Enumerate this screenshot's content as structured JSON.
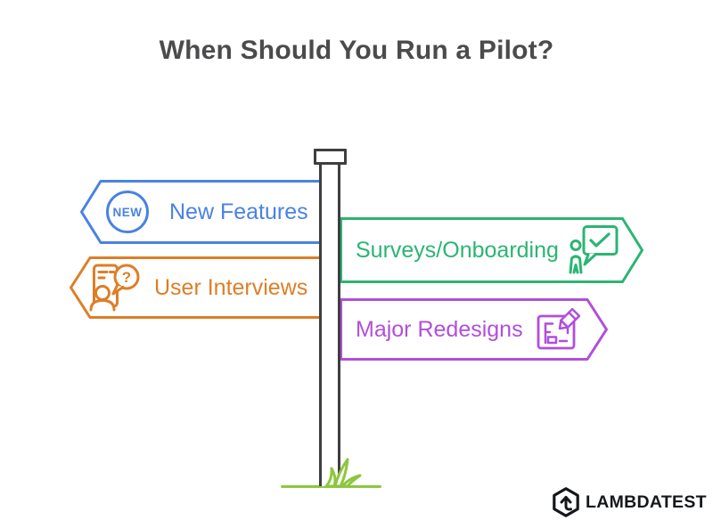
{
  "title": "When Should You Run a Pilot?",
  "signs": [
    {
      "label": "New Features",
      "direction": "left",
      "color": "#4a82e4",
      "icon": "new-badge-icon",
      "badge_text": "NEW"
    },
    {
      "label": "Surveys/Onboarding",
      "direction": "right",
      "color": "#2bb573",
      "icon": "person-check-bubble-icon"
    },
    {
      "label": "User Interviews",
      "direction": "left",
      "color": "#dd7e27",
      "icon": "interview-question-icon",
      "bubble_text": "?"
    },
    {
      "label": "Major Redesigns",
      "direction": "right",
      "color": "#b14fd9",
      "icon": "wireframe-pencil-icon"
    }
  ],
  "signpost": {
    "pole_color": "#3e3e40",
    "ground_color": "#8dc63f"
  },
  "brand": {
    "name": "LAMBDATEST",
    "color": "#15181b"
  }
}
